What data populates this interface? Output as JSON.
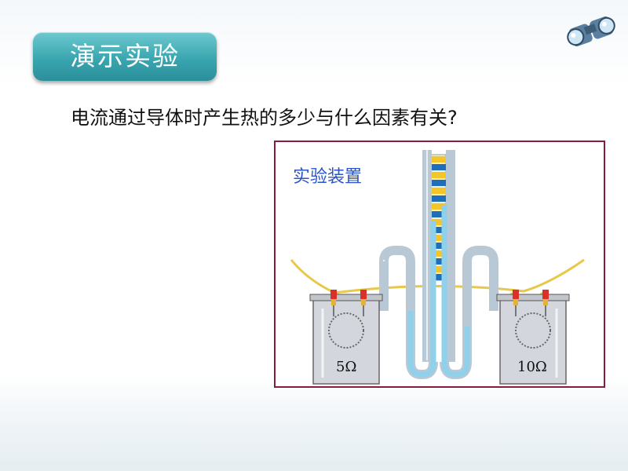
{
  "slide": {
    "title_badge": "演示实验",
    "question": "电流通过导体时产生热的多少与什么因素有关?"
  },
  "apparatus": {
    "title": "实验装置",
    "left_resistor_label": "5Ω",
    "right_resistor_label": "10Ω"
  },
  "colors": {
    "badge": "#3aa6b0",
    "frame_border": "#8b1a3e",
    "apparatus_title": "#2b55c7",
    "liquid": "#8fd0ea",
    "wire": "#e8c84a",
    "scale_blue": "#1f6fb8",
    "scale_yellow": "#f2c62a"
  },
  "icons": {
    "top_right": "binoculars-icon"
  }
}
